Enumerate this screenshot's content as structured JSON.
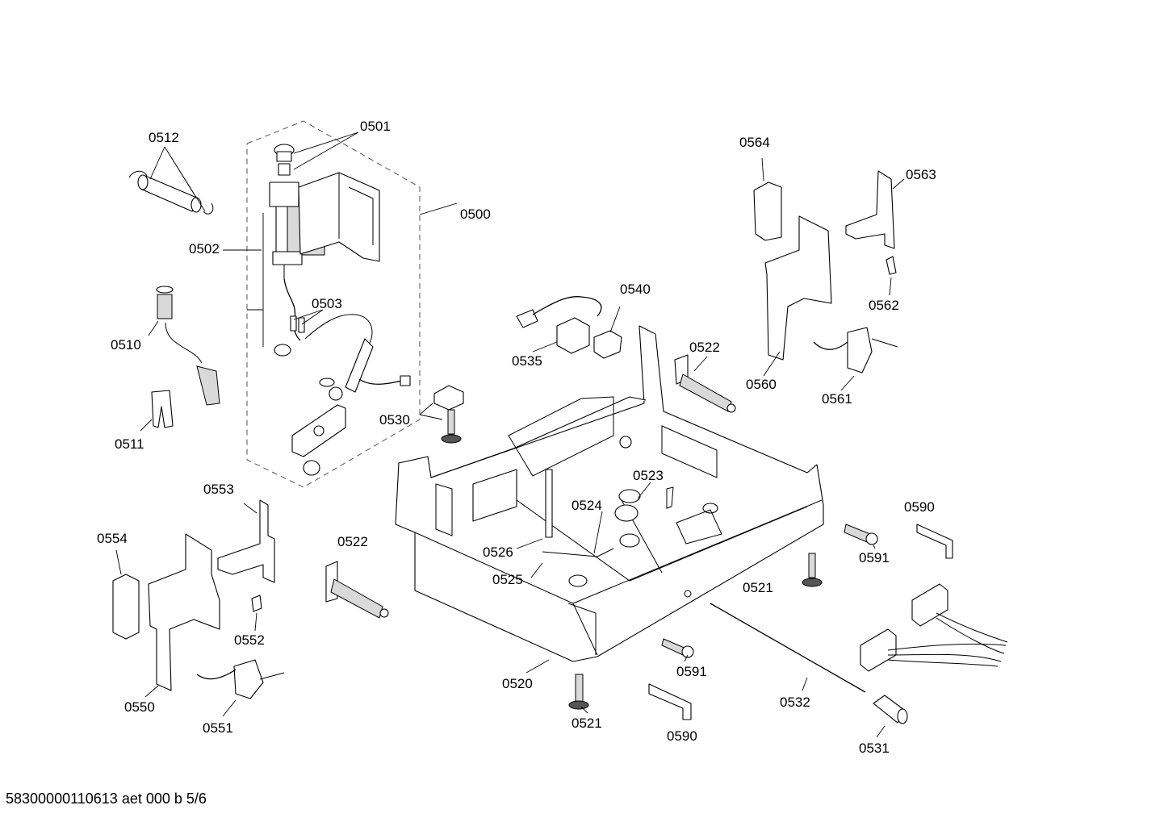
{
  "document_id": "58300000110613 aet 000 b 5/6",
  "labels": {
    "l0500": "0500",
    "l0501": "0501",
    "l0502": "0502",
    "l0503": "0503",
    "l0510": "0510",
    "l0511": "0511",
    "l0512": "0512",
    "l0520": "0520",
    "l0521a": "0521",
    "l0521b": "0521",
    "l0522a": "0522",
    "l0522b": "0522",
    "l0523": "0523",
    "l0524": "0524",
    "l0525": "0525",
    "l0526": "0526",
    "l0530": "0530",
    "l0531": "0531",
    "l0532": "0532",
    "l0535": "0535",
    "l0540": "0540",
    "l0550": "0550",
    "l0551": "0551",
    "l0552": "0552",
    "l0553": "0553",
    "l0554": "0554",
    "l0560": "0560",
    "l0561": "0561",
    "l0562": "0562",
    "l0563": "0563",
    "l0564": "0564",
    "l0590a": "0590",
    "l0590b": "0590",
    "l0591a": "0591",
    "l0591b": "0591"
  }
}
